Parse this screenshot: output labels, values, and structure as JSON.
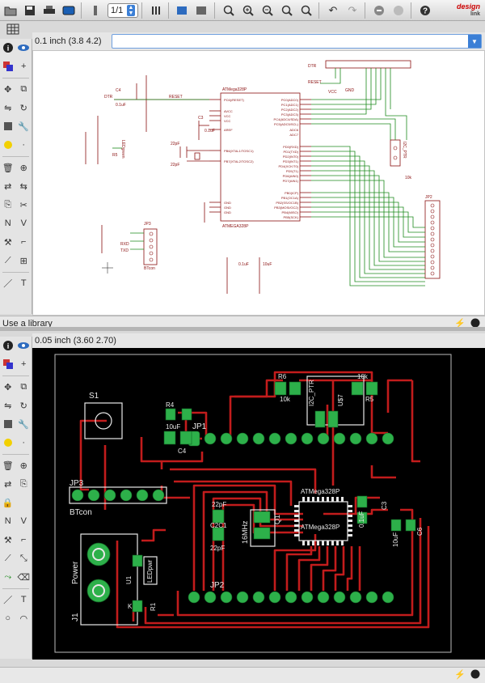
{
  "toolbar": {
    "page_value": "1/1",
    "brand_top": "design",
    "brand_bottom": "link"
  },
  "schematic": {
    "grid_label": "0.1 inch (3.8 4.2)",
    "command_value": "",
    "status_text": "Use a library",
    "mcu_name": "ATMega328P",
    "mcu_value": "ATMEGA328P",
    "left_pins": [
      "PC6(/RESET)",
      "AREF",
      "AVCC",
      "VCC",
      "VCC",
      "PB6(XTAL1/TOSC1)",
      "PB7(XTAL2/TOSC2)",
      "GND",
      "GND",
      "GND"
    ],
    "right_pins": [
      "PC0(ADC0)",
      "PC1(ADC1)",
      "PC2(ADC2)",
      "PC3(ADC3)",
      "PC4(ADC4/SDA)",
      "PC5(ADC5/SCL)",
      "ADC6",
      "ADC7",
      "PD0(RXD)",
      "PD1(TXD)",
      "PD2(INT0)",
      "PD3(INT1)",
      "PD4(XCK/T0)",
      "PD5(T1)",
      "PD6(AIN0)",
      "PD7(AIN1)",
      "PB0(ICP)",
      "PB1(OC1A)",
      "PB2(SS/OC1B)",
      "PB3(MOSI/OC2)",
      "PB4(MISO)",
      "PB5(SCK)"
    ],
    "labels": {
      "dtr_left": "DTR",
      "dtr_right": "DTR",
      "reset_left": "RESET",
      "reset_right": "RESET",
      "vcc": "VCC",
      "gnd": "GND",
      "c4": "C4",
      "c4_val": "0.1uF",
      "c3": "C3",
      "c3_val": "0.1uF",
      "c1": "22pF",
      "c2": "22pF",
      "r5": "R5",
      "led": "LEDgreen",
      "jp3": "JP3",
      "jp3_sub": "BTcon",
      "jp2": "JP2",
      "i2c": "I2C_PTR",
      "c5": "0.1uF",
      "c6": "10uF",
      "res": "10k",
      "rxd": "RXD",
      "txd": "TXD"
    }
  },
  "board": {
    "grid_label": "0.05 inch (3.60 2.70)",
    "labels": {
      "s1": "S1",
      "r4": "R4",
      "c4_val": "10uF",
      "c4": "C4",
      "jp1": "JP1",
      "jp3": "JP3",
      "btcon": "BTcon",
      "power": "Power",
      "j1": "J1",
      "u1": "U1",
      "ledpwr": "LEDpwr",
      "r1": "R1",
      "k": "K",
      "c1_val": "22pF",
      "c2c1": "C2C1",
      "c2_val": "22pF",
      "mhz": "16MHz",
      "q1": "Q1",
      "mcu": "ATMega328P",
      "mcu2": "ATMega328P",
      "c3_val": "0.1uF",
      "c3": "C3",
      "c6_val": "10uF",
      "c6": "C6",
      "jp2": "JP2",
      "r6": "R6",
      "r6_val": "10k",
      "i2c": "I2C_PTR",
      "u7": "U$7",
      "r5_val": "10k",
      "r5": "R5"
    }
  },
  "colors": {
    "trace": "#c21c1c",
    "pad": "#2db04a",
    "silk": "#e8e8e8",
    "schem": "#8a1010",
    "net": "#1c8a1c"
  }
}
